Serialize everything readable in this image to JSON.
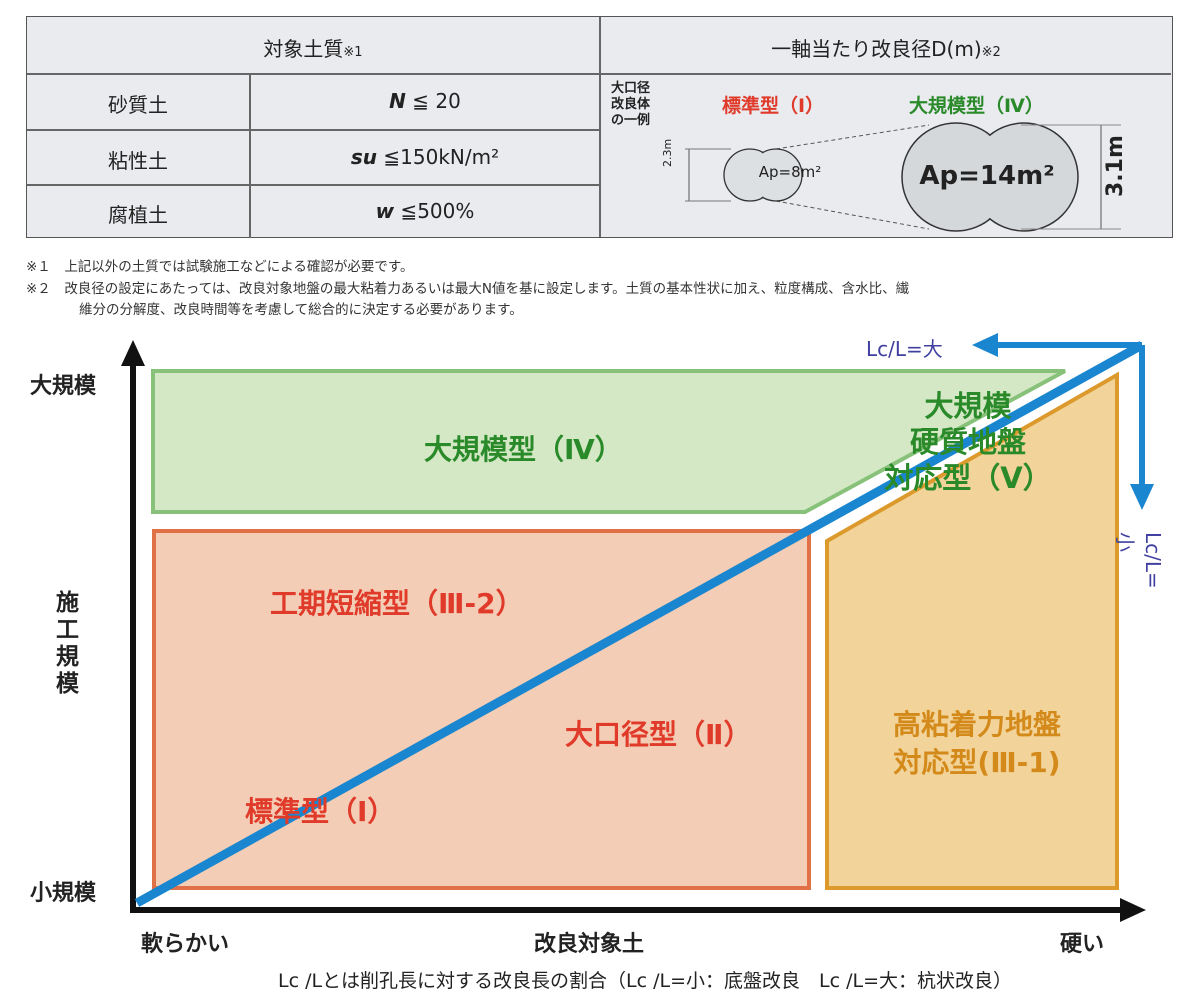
{
  "table": {
    "header_soil": "対象土質",
    "header_soil_note": "※1",
    "header_diameter": "一軸当たり改良径D(m)",
    "header_diameter_note": "※2",
    "rows": [
      {
        "soil": "砂質土",
        "cond_var": "N",
        "cond_rest": " ≦ 20"
      },
      {
        "soil": "粘性土",
        "cond_var": "su",
        "cond_rest": " ≦150kN/m²"
      },
      {
        "soil": "腐植土",
        "cond_var": "w",
        "cond_rest": " ≦500%"
      }
    ],
    "example_label": [
      "大口径",
      "改良体",
      "の一例"
    ],
    "type1_label": "標準型（Ⅰ）",
    "type4_label": "大規模型（Ⅳ）",
    "small_area": "Ap=8m²",
    "large_area": "Ap=14m²",
    "small_dim": "2.3m",
    "large_dim": "3.1m"
  },
  "notes": [
    {
      "mark": "※１",
      "text": "上記以外の土質では試験施工などによる確認が必要です。"
    },
    {
      "mark": "※２",
      "text": "改良径の設定にあたっては、改良対象地盤の最大粘着力あるいは最大N値を基に設定します。土質の基本性状に加え、粒度構成、含水比、繊"
    },
    {
      "mark": "",
      "text": "維分の分解度、改良時間等を考慮して総合的に決定する必要があります。"
    }
  ],
  "diagram": {
    "y_top": "大規模",
    "y_bottom": "小規模",
    "y_title": [
      "施",
      "工",
      "規",
      "模"
    ],
    "x_left": "軟らかい",
    "x_center": "改良対象土",
    "x_right": "硬い",
    "arrow_left_label": "Lc/L=大",
    "arrow_down_label": "Lc/L=小",
    "region_large": "大規模型（Ⅳ）",
    "region_short": "工期短縮型（Ⅲ-2）",
    "region_bigdia": "大口径型（Ⅱ）",
    "region_standard": "標準型（Ⅰ）",
    "region_hard": [
      "大規模",
      "硬質地盤",
      "対応型（Ⅴ）"
    ],
    "region_cohesive": [
      "高粘着力地盤",
      "対応型(Ⅲ-1)"
    ],
    "footnote": "Lc /Lとは削孔長に対する改良長の割合（Lc /L=小：底盤改良　Lc /L=大：杭状改良）",
    "colors": {
      "green_fill": "#d4e8c6",
      "green_stroke": "#88c27a",
      "red_fill": "#f3cdb5",
      "red_stroke": "#e07046",
      "yellow_fill": "#f2d49a",
      "yellow_stroke": "#dc9a2c",
      "blue": "#1a86cf",
      "red_text": "#e03a2a",
      "green_text": "#2a8a2a",
      "orange_text": "#d48a1a",
      "purple": "#4040a0"
    }
  }
}
